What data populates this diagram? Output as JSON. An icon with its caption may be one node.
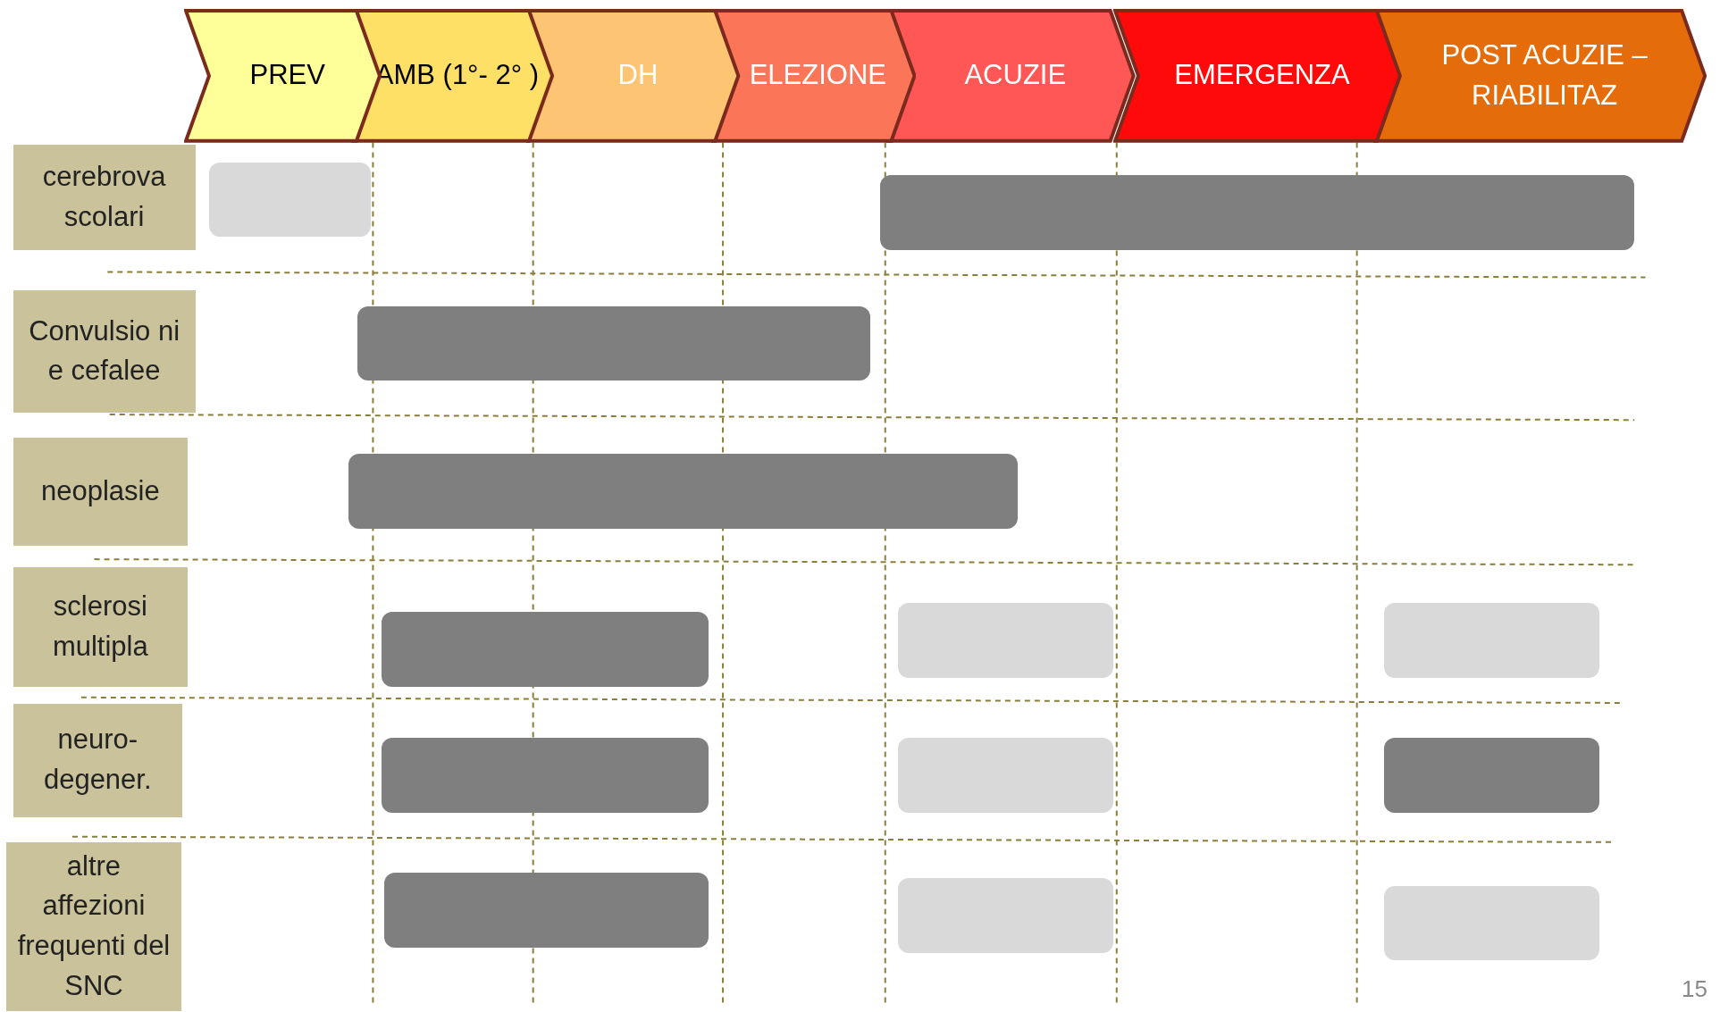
{
  "diagram": {
    "nodes": [
      {
        "text": [
          "PREV"
        ]
      },
      {
        "text": [
          "AMB (1°- 2° )"
        ]
      },
      {
        "text": [
          "DH"
        ]
      },
      {
        "text": [
          "ELEZIONE"
        ]
      },
      {
        "text": [
          "ACUZIE"
        ]
      },
      {
        "text": [
          "EMERGENZA"
        ]
      },
      {
        "text": [
          "POST ACUZIE – RIABILITAZ"
        ]
      },
      {
        "text": [
          "cerebrova scolari"
        ]
      },
      {
        "text": [
          "Convulsio ni e cefalee"
        ]
      },
      {
        "text": [
          "neoplasie"
        ]
      },
      {
        "text": [
          "sclerosi multipla"
        ]
      },
      {
        "text": [
          "neuro- degener."
        ]
      },
      {
        "text": [
          "altre affezioni frequenti del SNC"
        ]
      },
      {
        "text": [],
        "shape": "bar"
      },
      {
        "text": [],
        "shape": "bar"
      },
      {
        "text": [],
        "shape": "bar"
      },
      {
        "text": [],
        "shape": "bar"
      },
      {
        "text": [],
        "shape": "bar"
      },
      {
        "text": [],
        "shape": "bar"
      },
      {
        "text": [],
        "shape": "bar"
      },
      {
        "text": [],
        "shape": "bar"
      },
      {
        "text": [],
        "shape": "bar"
      },
      {
        "text": [],
        "shape": "bar"
      },
      {
        "text": [],
        "shape": "bar"
      },
      {
        "text": [],
        "shape": "bar"
      },
      {
        "text": [],
        "shape": "bar"
      }
    ],
    "labels": [
      "15"
    ]
  }
}
